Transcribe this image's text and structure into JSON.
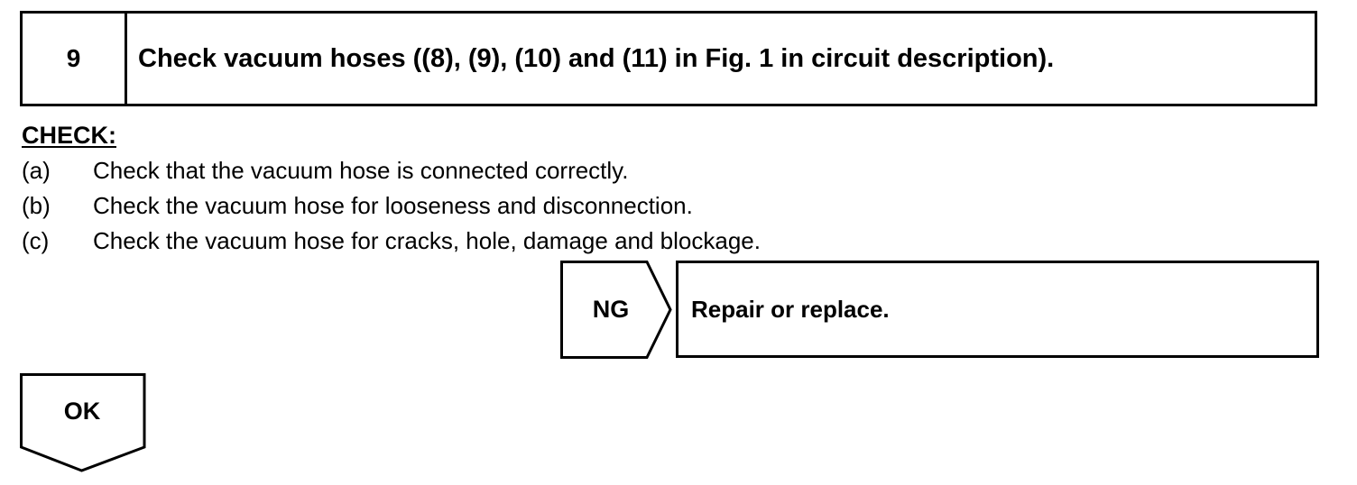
{
  "step": {
    "number": "9",
    "title": "Check vacuum hoses ((8), (9), (10) and (11) in Fig. 1 in circuit description)."
  },
  "check": {
    "heading": "CHECK:",
    "items": [
      {
        "marker": "(a)",
        "text": "Check that the vacuum hose is connected correctly."
      },
      {
        "marker": "(b)",
        "text": "Check the vacuum hose for looseness and disconnection."
      },
      {
        "marker": "(c)",
        "text": "Check the vacuum hose for cracks, hole, damage and blockage."
      }
    ]
  },
  "ng_branch": {
    "label": "NG",
    "action": "Repair or replace."
  },
  "ok_branch": {
    "label": "OK"
  }
}
